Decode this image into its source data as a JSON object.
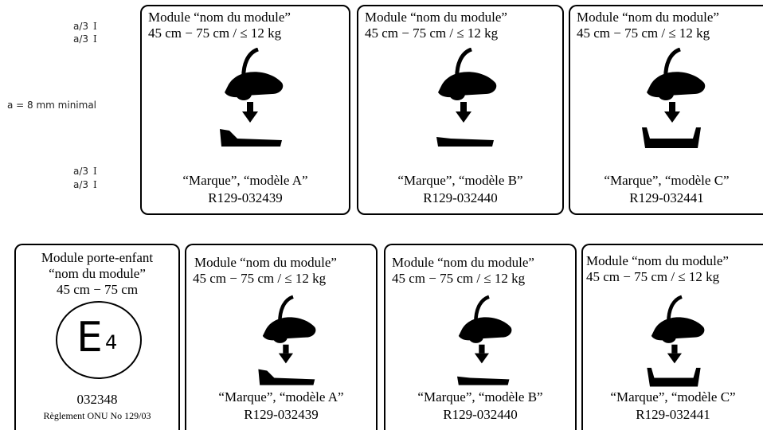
{
  "dimensions": {
    "top": [
      "a/3",
      "a/3"
    ],
    "middle": "a = 8 mm minimal",
    "bottom": [
      "a/3",
      "a/3"
    ]
  },
  "top_row": [
    {
      "title": "Module “nom du module”",
      "size": "45 cm − 75 cm / ≤ 12 kg",
      "brand": "“Marque”, “modèle A”",
      "approval": "R129-032439",
      "base": "flat"
    },
    {
      "title": "Module “nom du module”",
      "size": "45 cm − 75 cm / ≤ 12 kg",
      "brand": "“Marque”, “modèle B”",
      "approval": "R129-032440",
      "base": "flat"
    },
    {
      "title": "Module “nom du module”",
      "size": "45 cm − 75 cm / ≤ 12 kg",
      "brand": "“Marque”, “modèle C”",
      "approval": "R129-032441",
      "base": "tray"
    }
  ],
  "approval_mark": {
    "line1": "Module porte-enfant",
    "line2": "“nom du module”",
    "line3": "45 cm − 75 cm",
    "mark_letter": "E",
    "mark_number": "4",
    "approval_number": "032348",
    "regulation": "Règlement ONU No 129/03"
  },
  "bottom_row": [
    {
      "title": "Module “nom du module”",
      "size": "45 cm − 75 cm / ≤ 12 kg",
      "brand": "“Marque”, “modèle A”",
      "approval": "R129-032439",
      "base": "flat"
    },
    {
      "title": "Module “nom du module”",
      "size": "45 cm − 75 cm / ≤ 12 kg",
      "brand": "“Marque”, “modèle B”",
      "approval": "R129-032440",
      "base": "flat"
    },
    {
      "title": "Module “nom du module”",
      "size": "45 cm − 75 cm / ≤ 12 kg",
      "brand": "“Marque”, “modèle C”",
      "approval": "R129-032441",
      "base": "tray"
    }
  ]
}
